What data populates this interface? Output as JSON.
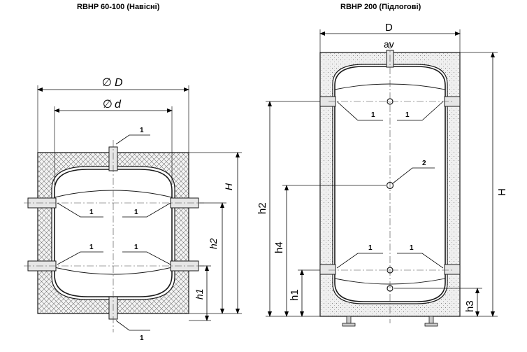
{
  "left": {
    "title": "RBHP 60-100 (Навісні)",
    "dim_D": "D",
    "dim_d": "d",
    "dim_H": "H",
    "dim_h2": "h2",
    "dim_h1": "h1",
    "callout": "1"
  },
  "right": {
    "title": "RBHP 200 (Підлогові)",
    "dim_D": "D",
    "dim_av": "av",
    "dim_H": "H",
    "dim_h2": "h2",
    "dim_h4": "h4",
    "dim_h1": "h1",
    "dim_h3": "h3",
    "callout_1": "1",
    "callout_2": "2"
  },
  "diameter_symbol": "∅",
  "colors": {
    "line": "#1a1a1a",
    "hatch": "#555555",
    "insulation_bg": "#f2f2f2"
  }
}
